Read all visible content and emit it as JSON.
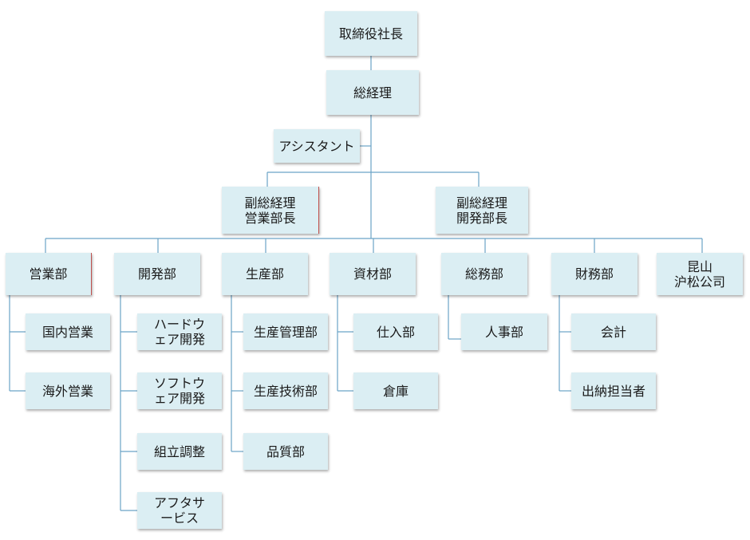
{
  "colors": {
    "box_fill": "#dbeef3",
    "connector": "#6ba3c6",
    "accent_edge": "#c0504d"
  },
  "org": {
    "ceo": "取締役社長",
    "gm": "総経理",
    "assistant": "アシスタント",
    "vp_sales": "副総経理\n営業部長",
    "vp_dev": "副総経理\n開発部長",
    "dept_sales": "営業部",
    "dept_dev": "開発部",
    "dept_prod": "生産部",
    "dept_mat": "資材部",
    "dept_ga": "総務部",
    "dept_fin": "財務部",
    "dept_kunshan": "昆山\n沪松公司",
    "sales_domestic": "国内営業",
    "sales_overseas": "海外営業",
    "dev_hw": "ハードウ\nェア開発",
    "dev_sw": "ソフトウ\nェア開発",
    "dev_assembly": "組立調整",
    "dev_aftersales": "アフタサ\nービス",
    "prod_mgmt": "生産管理部",
    "prod_tech": "生産技術部",
    "prod_quality": "品質部",
    "mat_purchase": "仕入部",
    "mat_warehouse": "倉庫",
    "ga_hr": "人事部",
    "fin_accounting": "会計",
    "fin_cashier": "出納担当者"
  }
}
